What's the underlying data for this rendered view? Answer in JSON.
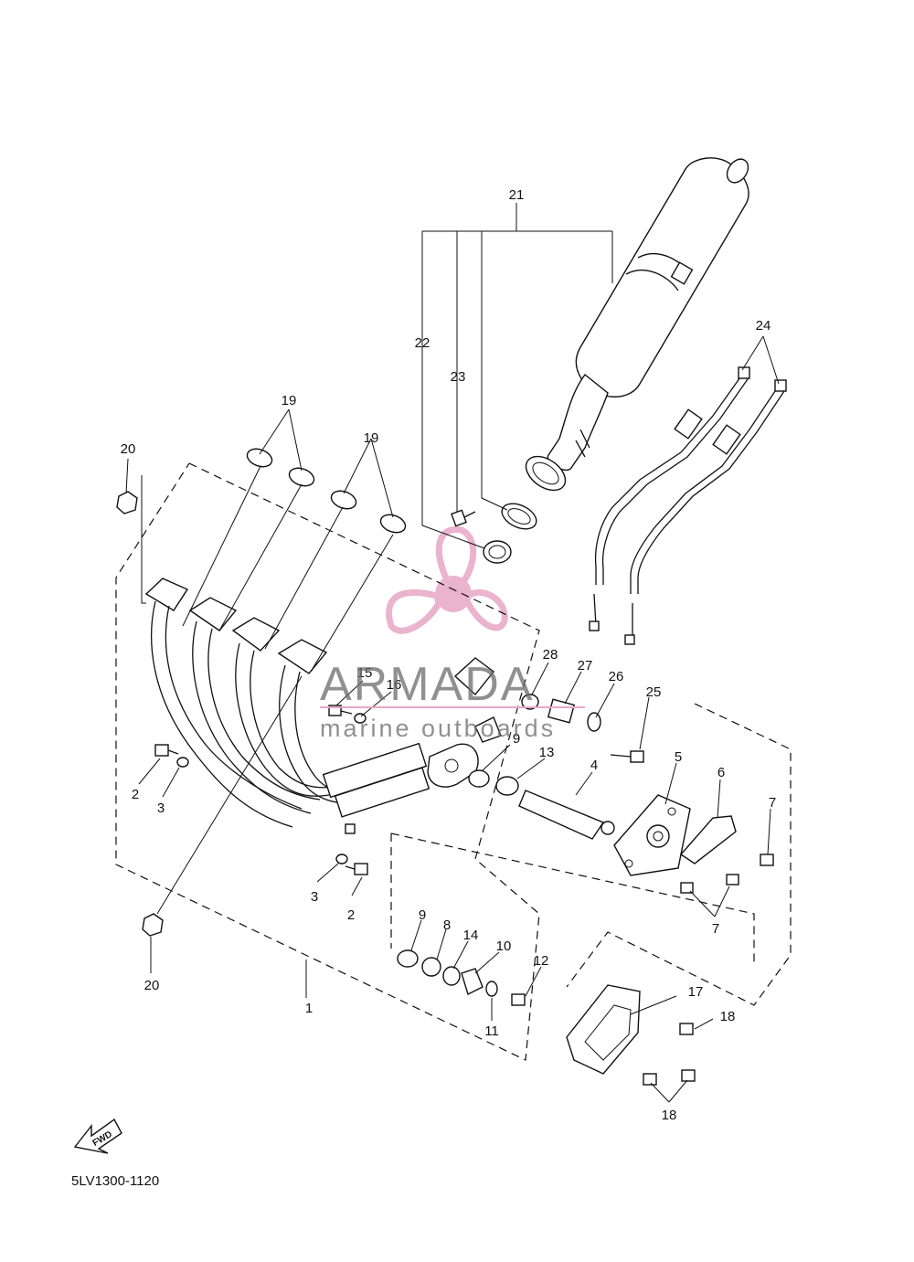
{
  "diagram_code": "5LV1300-1120",
  "fwd_label": "FWD",
  "watermark": {
    "brand": "ARMADA",
    "tagline": "marine outboards",
    "logo_color": "#e7a6c6"
  },
  "callouts": {
    "c1": "1",
    "c2a": "2",
    "c2b": "2",
    "c3a": "3",
    "c3b": "3",
    "c4": "4",
    "c5": "5",
    "c6": "6",
    "c7a": "7",
    "c7b": "7",
    "c8": "8",
    "c9a": "9",
    "c9b": "9",
    "c10": "10",
    "c11": "11",
    "c12": "12",
    "c13": "13",
    "c14": "14",
    "c15": "15",
    "c16": "16",
    "c17": "17",
    "c18a": "18",
    "c18b": "18",
    "c19a": "19",
    "c19b": "19",
    "c20a": "20",
    "c20b": "20",
    "c21": "21",
    "c22": "22",
    "c23": "23",
    "c24": "24",
    "c25": "25",
    "c26": "26",
    "c27": "27",
    "c28": "28"
  }
}
